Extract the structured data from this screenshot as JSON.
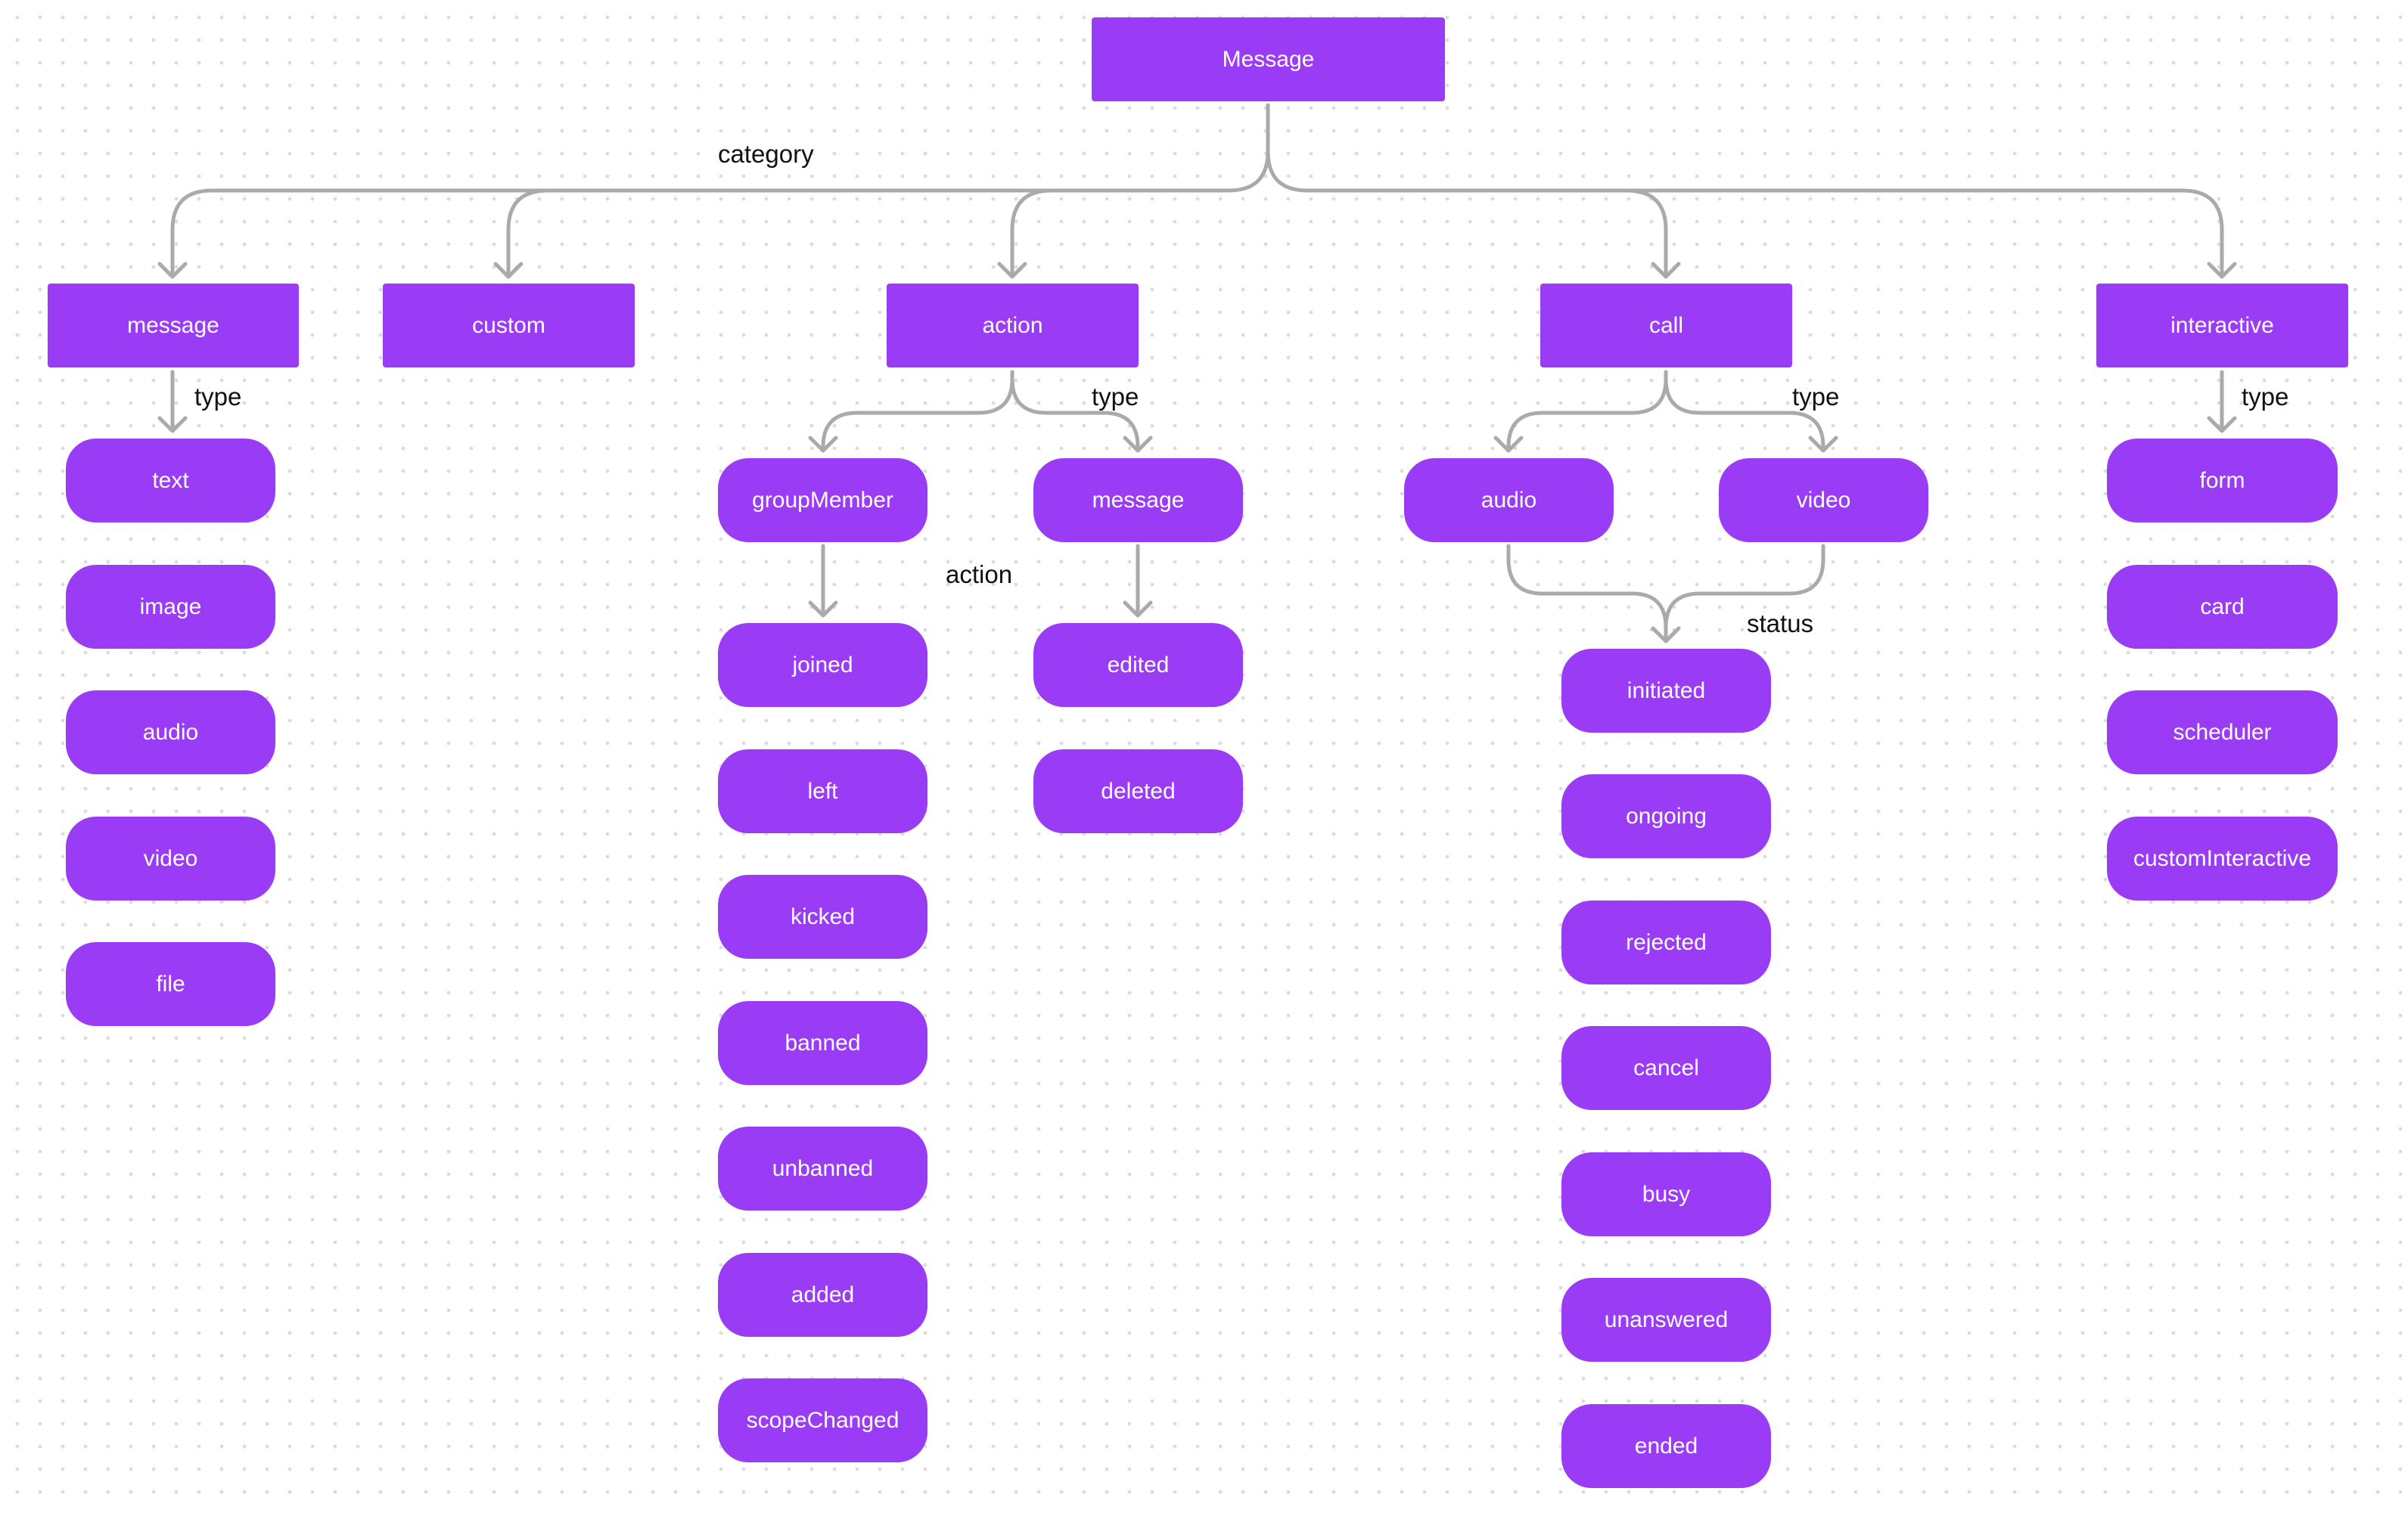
{
  "colors": {
    "node_fill": "#9a3cf6",
    "node_text": "#ffffff",
    "connector": "#aaaaaa",
    "label_text": "#111111"
  },
  "root": {
    "label": "Message"
  },
  "edge_labels": {
    "category": "category",
    "message_type": "type",
    "action_type": "type",
    "action_action": "action",
    "call_type": "type",
    "call_status": "status",
    "interactive_type": "type"
  },
  "categories": {
    "message": "message",
    "custom": "custom",
    "action": "action",
    "call": "call",
    "interactive": "interactive"
  },
  "message_types": [
    "text",
    "image",
    "audio",
    "video",
    "file"
  ],
  "action_types": {
    "groupMember": "groupMember",
    "message": "message"
  },
  "group_member_actions": [
    "joined",
    "left",
    "kicked",
    "banned",
    "unbanned",
    "added",
    "scopeChanged"
  ],
  "message_actions": [
    "edited",
    "deleted"
  ],
  "call_types": {
    "audio": "audio",
    "video": "video"
  },
  "call_statuses": [
    "initiated",
    "ongoing",
    "rejected",
    "cancel",
    "busy",
    "unanswered",
    "ended"
  ],
  "interactive_types": [
    "form",
    "card",
    "scheduler",
    "customInteractive"
  ]
}
